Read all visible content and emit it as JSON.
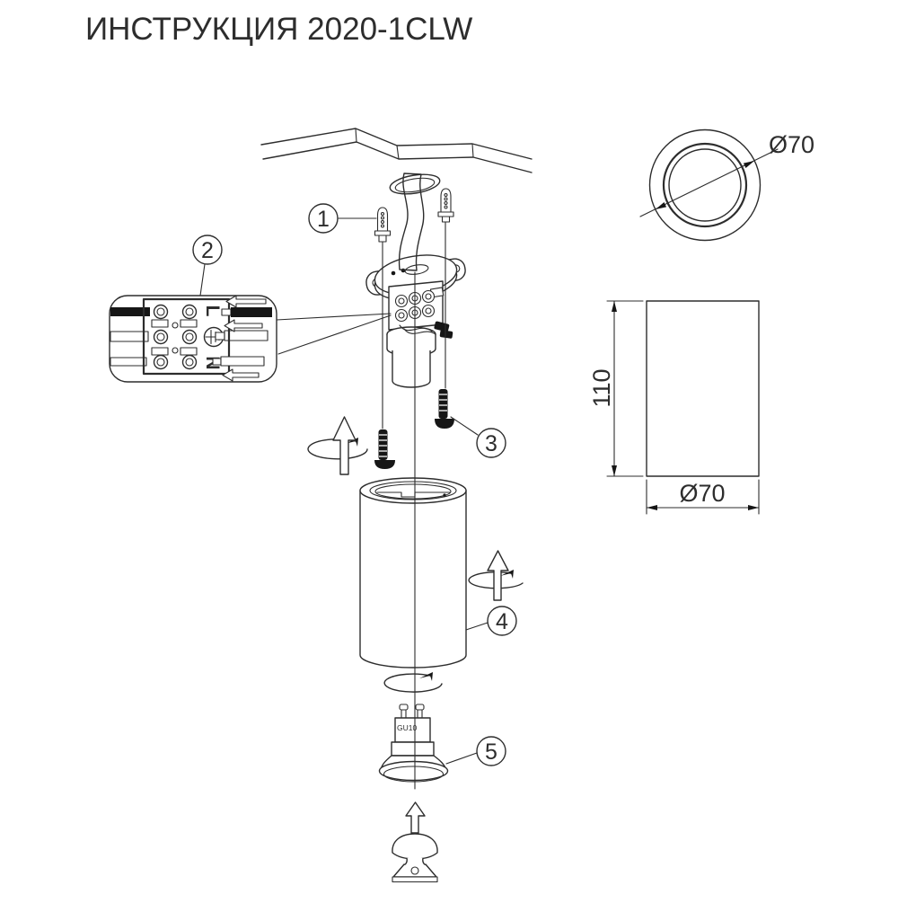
{
  "title": "ИНСТРУКЦИЯ 2020-1CLW",
  "callouts": {
    "1": "1",
    "2": "2",
    "3": "3",
    "4": "4",
    "5": "5"
  },
  "terminal_detail": {
    "line_label": "L",
    "neutral_label": "N"
  },
  "lamp": {
    "base_label": "GU10"
  },
  "dimensions": {
    "top_diameter": "Ø70",
    "height": "110",
    "bottom_diameter": "Ø70"
  },
  "colors": {
    "line": "#2d2d2d",
    "black": "#161616",
    "bg": "#ffffff"
  }
}
